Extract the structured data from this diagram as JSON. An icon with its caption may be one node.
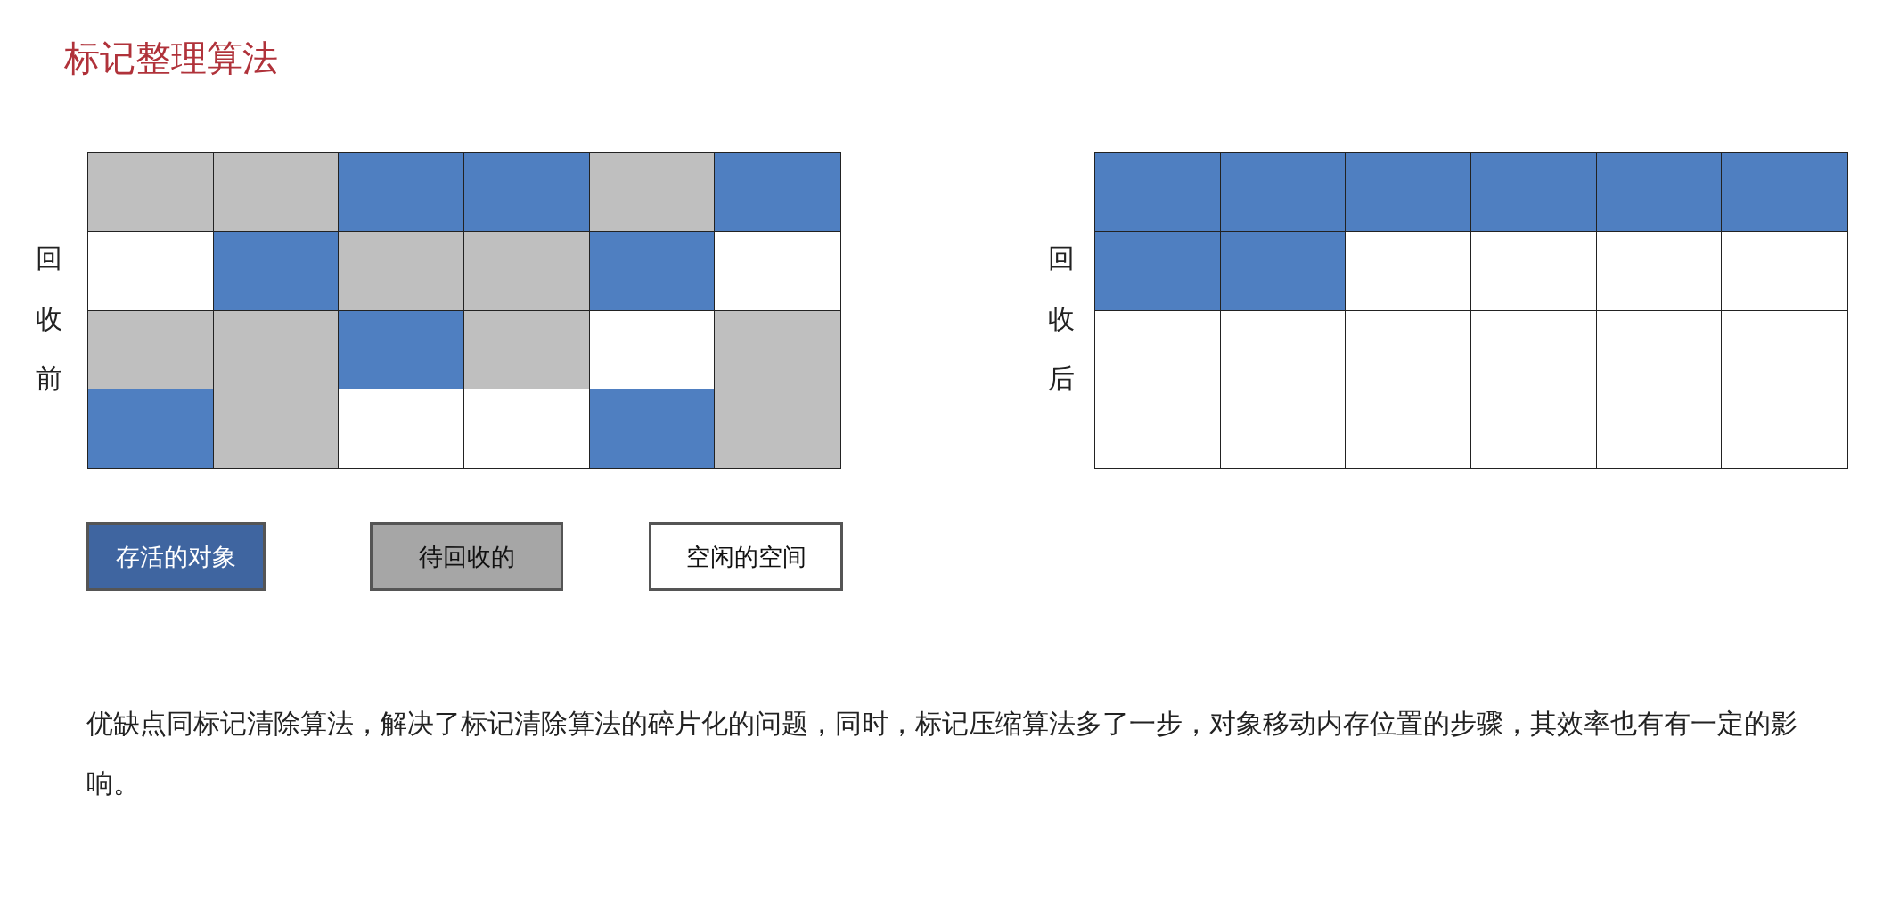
{
  "diagram": {
    "title": "标记整理算法",
    "labels": [
      "回收前",
      "回收后"
    ],
    "legend": [
      {
        "text": "存活的对象",
        "color": "#3f65a0"
      },
      {
        "text": "待回收的",
        "color": "#a6a6a6"
      },
      {
        "text": "空闲的空间",
        "color": "#ffffff"
      }
    ],
    "caption": "优缺点同标记清除算法，解决了标记清除算法的碎片化的问题，同时，标记压缩算法多了一步，对象移动内存位置的步骤，其效率也有有一定的影响。"
  }
}
